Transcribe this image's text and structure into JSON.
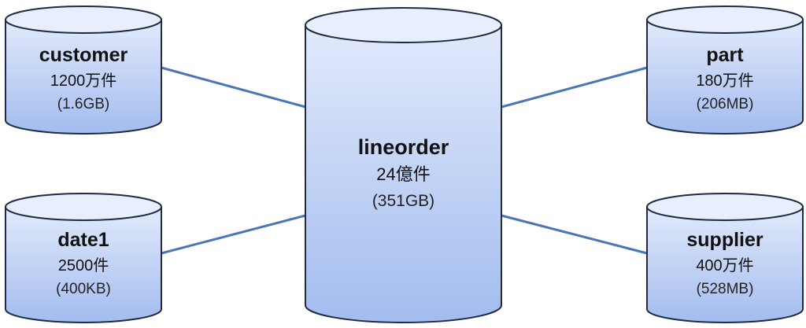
{
  "tables": {
    "customer": {
      "name": "customer",
      "count": "1200万件",
      "size": "(1.6GB)"
    },
    "date1": {
      "name": "date1",
      "count": "2500件",
      "size": "(400KB)"
    },
    "lineorder": {
      "name": "lineorder",
      "count": "24億件",
      "size": "(351GB)"
    },
    "part": {
      "name": "part",
      "count": "180万件",
      "size": "(206MB)"
    },
    "supplier": {
      "name": "supplier",
      "count": "400万件",
      "size": "(528MB)"
    }
  },
  "colors": {
    "cylinder_top": "#e6edfb",
    "cylinder_body_light": "#dde7fa",
    "cylinder_body_dark": "#a6bff0",
    "outline": "#1f2a44",
    "connector": "#4a76b7"
  }
}
